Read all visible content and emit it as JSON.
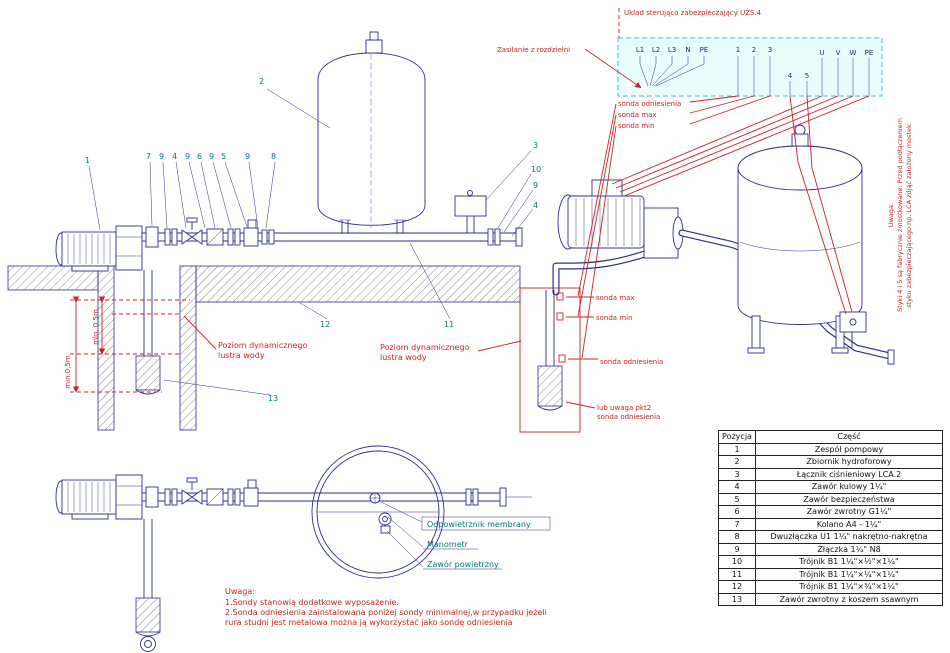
{
  "colors": {
    "line": "#2e2e8f",
    "red": "#cc2222",
    "teal": "#007878",
    "cyan": "#2fc3d2"
  },
  "control_box": {
    "title": "Układ sterująco zabezpieczający UŻS.4",
    "supply_label": "Zasilanie z rozdzielni",
    "mains": [
      "L1",
      "L2",
      "L3",
      "N",
      "PE"
    ],
    "probe_terminals": [
      "1",
      "2",
      "3"
    ],
    "switch_terminals": [
      "4",
      "5"
    ],
    "motor_terminals": [
      "U",
      "V",
      "W",
      "PE"
    ],
    "probe_labels": [
      "sonda odniesienia",
      "sonda max",
      "sonda min"
    ]
  },
  "side_note": {
    "line1": "Uwaga:",
    "line2": "Styki 4 i 5 są fabrycznie zmostkowane. Przed podłączeniem",
    "line3": "styku zabezpieczającego np. LCA zdjąć założony mostek."
  },
  "well": {
    "sonda_max": "sonda max",
    "sonda_min": "sonda min",
    "sonda_odniesienia": "sonda odniesienia",
    "alt_line1": "lub uwaga pkt2",
    "alt_line2": "sonda odniesienia"
  },
  "annotations": {
    "water_level_line1": "Poziom dynamicznego",
    "water_level_line2": "lustra wody",
    "min_dim_1": "min. 0,5m",
    "min_dim_2": "min.0,5m"
  },
  "top_view": {
    "vent": "Odpowietrznik membrany",
    "gauge": "Manometr",
    "air_valve": "Zawór powietrzny"
  },
  "bottom_note": {
    "title": "Uwaga:",
    "line1": "1.Sondy stanowią dodatkowe wyposażenie.",
    "line2": "2.Sonda odniesienia zainstalowana poniżej sondy minimalnej,w przypadku jeżeli",
    "line3": "rura studni jest metalowa można ją wykorzystać jako sondę odniesienia"
  },
  "callouts": {
    "c1": "1",
    "c2": "2",
    "c3": "3",
    "c4": "4",
    "c5": "5",
    "c6": "6",
    "c7": "7",
    "c8": "8",
    "c9": "9",
    "c10": "10",
    "c11": "11",
    "c12": "12",
    "c13": "13"
  },
  "table": {
    "header_pos": "Pozycja",
    "header_part": "Część",
    "rows": [
      {
        "pos": "1",
        "part": "Zespół pompowy"
      },
      {
        "pos": "2",
        "part": "Zbiornik hydroforowy"
      },
      {
        "pos": "3",
        "part": "Łącznik ciśnieniowy LCA.2"
      },
      {
        "pos": "4",
        "part": "Zawór kulowy 1¼\""
      },
      {
        "pos": "5",
        "part": "Zawór bezpieczeństwa"
      },
      {
        "pos": "6",
        "part": "Zawór zwrotny G1¼\""
      },
      {
        "pos": "7",
        "part": "Kolano A4 - 1¼\""
      },
      {
        "pos": "8",
        "part": "Dwuzłączka U1 1¼\" nakrętno-nakrętna"
      },
      {
        "pos": "9",
        "part": "Złączka 1¼\"  N8"
      },
      {
        "pos": "10",
        "part": "Trójnik B1 1¼\"×½\"×1¼\""
      },
      {
        "pos": "11",
        "part": "Trójnik B1 1¼\"×¼\"×1¼\""
      },
      {
        "pos": "12",
        "part": "Trójnik B1 1¼\"×¾\"×1¼\""
      },
      {
        "pos": "13",
        "part": "Zawór zwrotny z koszem ssawnym"
      }
    ]
  }
}
